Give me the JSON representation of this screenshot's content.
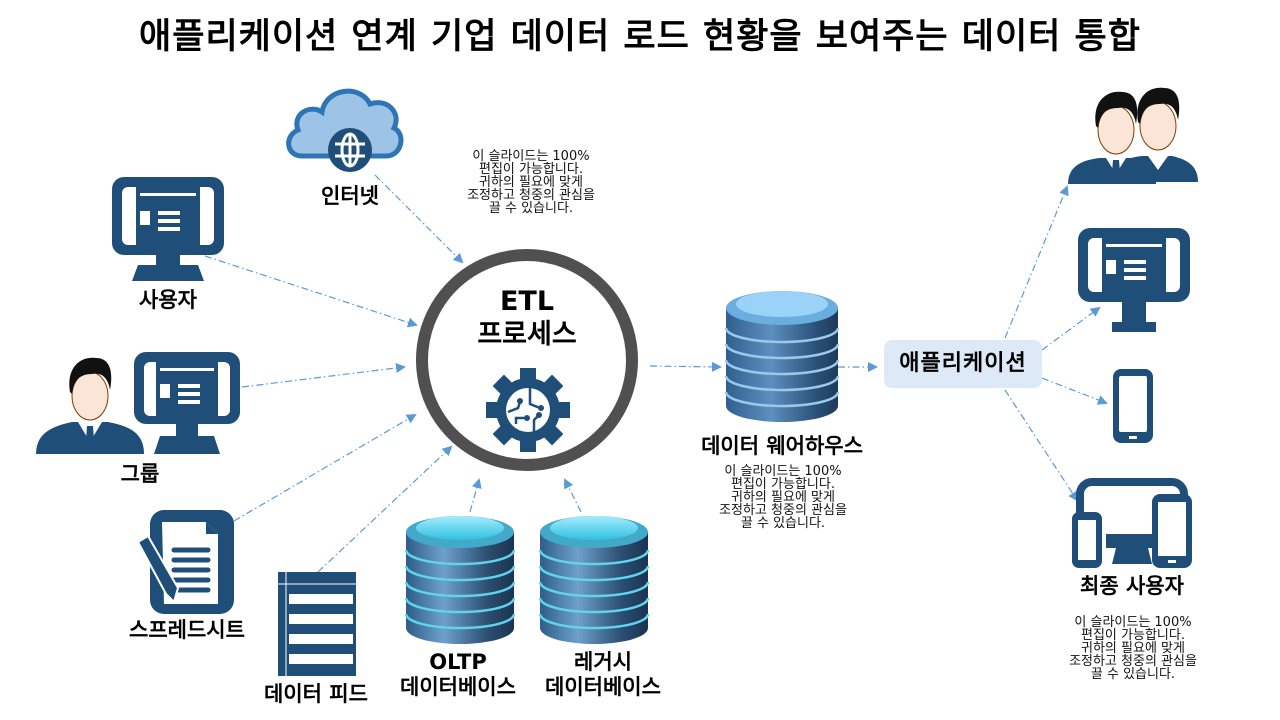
{
  "title": "애플리케이션 연계 기업 데이터 로드 현황을 보여주는 데이터 통합",
  "colors": {
    "primary": "#1f4e79",
    "arrow": "#5b9bd5",
    "ring": "#505050",
    "app_box": "#dde9f6",
    "cloud": "#9dc3e6"
  },
  "sources": {
    "internet": {
      "label": "인터넷",
      "icon": "cloud-globe-icon"
    },
    "user": {
      "label": "사용자",
      "icon": "monitor-icon"
    },
    "group": {
      "label": "그룹",
      "icon": "person-monitor-icon"
    },
    "spreadsheet": {
      "label": "스프레드시트",
      "icon": "document-pen-icon"
    },
    "data_feed": {
      "label": "데이터 피드",
      "icon": "list-feed-icon"
    },
    "oltp": {
      "label_1": "OLTP",
      "label_2": "데이터베이스",
      "icon": "database-icon"
    },
    "legacy": {
      "label_1": "레거시",
      "label_2": "데이터베이스",
      "icon": "database-icon"
    }
  },
  "etl": {
    "line1": "ETL",
    "line2": "프로세스",
    "icon": "gear-circuit-icon"
  },
  "warehouse": {
    "label": "데이터 웨어하우스",
    "icon": "database-icon"
  },
  "application": {
    "label": "애플리케이션"
  },
  "targets": {
    "people": {
      "icon": "two-people-icon"
    },
    "monitor": {
      "icon": "monitor-icon"
    },
    "phone": {
      "icon": "smartphone-icon"
    },
    "devices": {
      "icon": "multi-device-icon"
    },
    "end_user_label": "최종 사용자"
  },
  "note_lines": [
    "이 슬라이드는 100%",
    "편집이 가능합니다.",
    "귀하의 필요에 맞게",
    "조정하고 청중의 관심을",
    "끌 수 있습니다."
  ]
}
